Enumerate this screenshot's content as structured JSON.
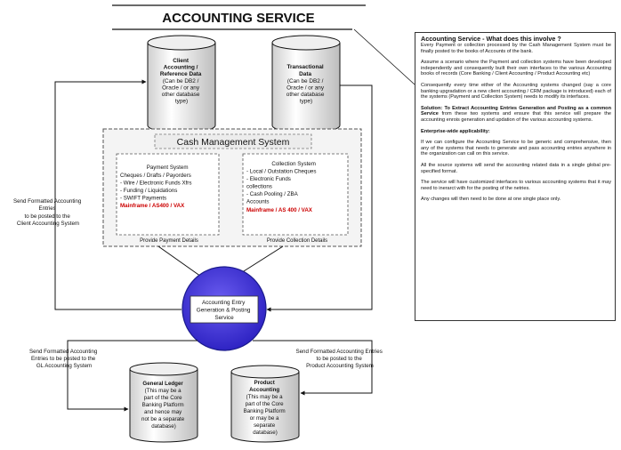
{
  "title": "ACCOUNTING SERVICE",
  "colors": {
    "accent_red": "#cc0000",
    "hub_blue": "#3b2fd4",
    "hub_border": "#1a1a8c"
  },
  "databases": {
    "client": {
      "lines": [
        "Client",
        "Accounting /",
        "Reference Data",
        "(Can be DB2 /",
        "Oracle / or any",
        "other database",
        "type)"
      ]
    },
    "transactional": {
      "lines": [
        "Transactional",
        "Data",
        "(Can be DB2 /",
        "Oracle / or any",
        "other database",
        "type)"
      ]
    },
    "gl": {
      "lines": [
        "General Ledger",
        "(This may be a",
        "part of the Core",
        "Banking Platform",
        "and hence may",
        "not be a separate",
        "database)"
      ]
    },
    "product": {
      "lines": [
        "Product",
        "Accounting",
        "(This may be a",
        "part of the Core",
        "Banking Platform",
        "or may be a",
        "separate",
        "database)"
      ]
    }
  },
  "cms": {
    "label": "Cash Management System",
    "payment": {
      "lines": [
        "Payment System",
        "Cheques / Drafts / Payorders",
        "- Wire / Electronic Funds Xfrs",
        "- Funding / Liquidations",
        "- SWIFT Payments"
      ],
      "platform": "Mainframe / AS400 / VAX"
    },
    "collection": {
      "lines": [
        "Collection System",
        "- Local / Outstation Cheques",
        "- Electronic Funds",
        "collections",
        "- Cash Pooling / ZBA",
        "Accounts"
      ],
      "platform": "Mainframe / AS 400 / VAX"
    },
    "provide_payment": "Provide Payment Details",
    "provide_collection": "Provide Collection Details"
  },
  "hub": {
    "lines": [
      "Accounting Entry",
      "Generation & Posting",
      "Service"
    ]
  },
  "edge_labels": {
    "client": [
      "Send Formatted Accounting",
      "Entries",
      "to be posted to the",
      "Client Accounting System"
    ],
    "gl": [
      "Send Formatted Accounting",
      "Entries to be posted to the",
      "GL Accounting System"
    ],
    "product": [
      "Send Formatted Accounting Entries",
      "to be posted to the",
      "Product Accounting System"
    ]
  },
  "panel": {
    "title": "Accounting Service - What does this involve ?",
    "p1": "Every Payment or collection processed by the Cash Management System must be finally posted to the books of Accounts of the bank.",
    "p2": "Assume a scenario where the Payment and collection systems have been developed independently and consequently built their own interfaces to the various Accounting books of records (Core Banking / Client Accounting / Product Accounting etc)",
    "p3": "Consequently every time either of the Accounting systems changed (say a core banking upgradation or a new client accounting / CRM package is introduced) each of the systems (Payment and Collection System) needs to modify its interfaces.",
    "solution_label": "Solution:",
    "solution_bold": "To Extract Accounting Entries Generation and Posting as a common Service",
    "solution_rest": "from these two systems and ensure that this service will prepare the accounting enrois generation and updation of the various accounting systems.",
    "ent_head": "Enterprise-wide applicability:",
    "p5": "If we can configure the Accounting Service to be generic and comprehensive, then any of the systems that needs to generate and pass accounting entries anywhere in the organization can call on this service.",
    "p6": "All the source systems will send the accounting related data in a single global pre-specified format.",
    "p7": "The service will have customized interfaces to various accounting systems that it may need to inerarct with for the posting of the netries.",
    "p8": "Any changes will then need to be done at one single place only."
  }
}
